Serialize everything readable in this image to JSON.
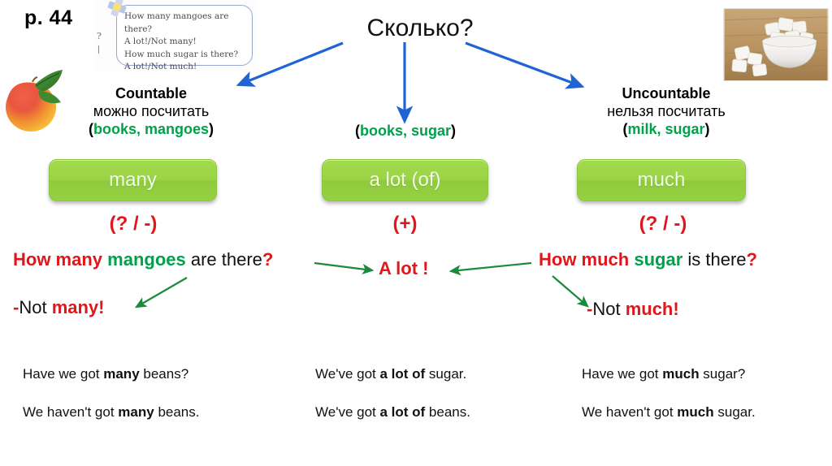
{
  "page_label": "p. 44",
  "title": "Сколько?",
  "textbook_clip": {
    "name": "textbook-excerpt",
    "lines": "How many mangoes are there?\nA lot!/Not many!\nHow much sugar is there?\nA lot!/Not much!",
    "qmark": "?"
  },
  "images": {
    "mango": "mango-photo",
    "sugar": "sugar-bowl-photo"
  },
  "columns": {
    "left": {
      "heading_en": "Countable",
      "heading_ru": "можно посчитать",
      "examples_open": "(",
      "examples_words": "books, mangoes",
      "examples_close": ")",
      "button_label": "many",
      "sign": "(? / -)"
    },
    "middle": {
      "heading_en": "",
      "heading_ru": "",
      "examples_open": "(",
      "examples_words": "books, sugar",
      "examples_close": ")",
      "button_label": "a lot (of)",
      "sign": "(+)"
    },
    "right": {
      "heading_en": "Uncountable",
      "heading_ru": "нельзя посчитать",
      "examples_open": "(",
      "examples_words": "milk, sugar",
      "examples_close": ")",
      "button_label": "much",
      "sign": "(? / -)"
    }
  },
  "sentences": {
    "question_left": {
      "part1_red": "How many ",
      "part2_green": "mangoes",
      "part3_black": " are there",
      "part4_red": "?"
    },
    "question_right": {
      "part1_red": "How much ",
      "part2_green": "sugar",
      "part3_black": " is there",
      "part4_red": "?"
    },
    "answer_middle": "A lot !",
    "negative_left": {
      "dash": "-",
      "black": "Not ",
      "red": "many!"
    },
    "negative_right": {
      "dash": "-",
      "black": "Not ",
      "red": "much!"
    }
  },
  "examples": {
    "left": [
      {
        "pre": "Have we got ",
        "bold": "many",
        "post": " beans?"
      },
      {
        "pre": "We haven't got ",
        "bold": "many",
        "post": " beans."
      }
    ],
    "middle": [
      {
        "pre": "We've got ",
        "bold": "a lot of",
        "post": " sugar."
      },
      {
        "pre": "We've got ",
        "bold": "a lot of",
        "post": " beans."
      }
    ],
    "right": [
      {
        "pre": "Have we got ",
        "bold": "much",
        "post": " sugar?"
      },
      {
        "pre": "We haven't got ",
        "bold": "much",
        "post": " sugar."
      }
    ]
  },
  "colors": {
    "red": "#e0161b",
    "green_text": "#00a14b",
    "blue_arrow": "#1f64d4",
    "green_arrow": "#1a8a3c",
    "button_green": "#9bd444"
  }
}
